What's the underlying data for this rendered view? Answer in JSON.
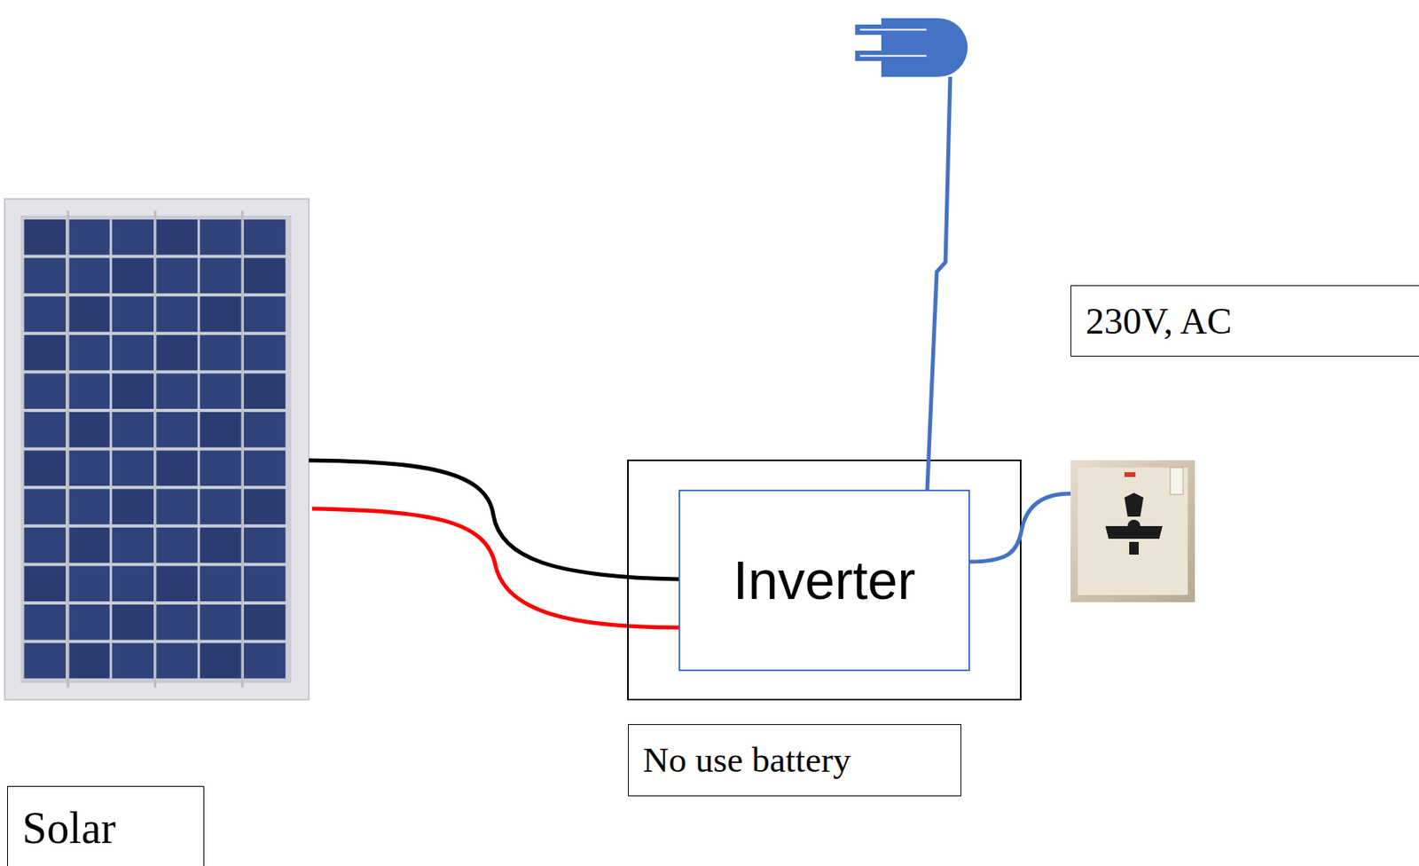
{
  "diagram": {
    "nodes": [
      {
        "text": [
          "230V, AC"
        ]
      },
      {
        "text": [
          "Inverter"
        ]
      },
      {
        "text": [
          "No use battery"
        ]
      },
      {
        "text": [
          "Solar"
        ]
      }
    ]
  }
}
